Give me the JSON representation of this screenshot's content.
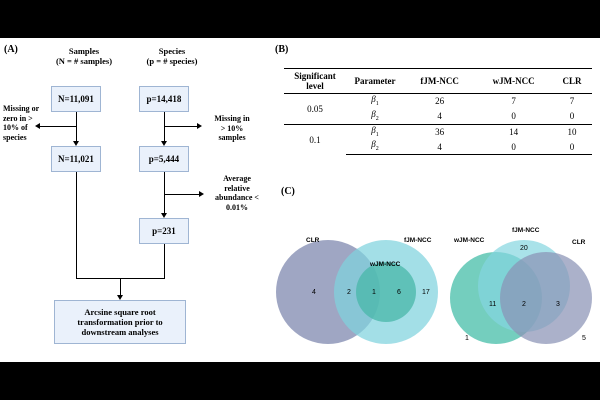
{
  "panel_a": {
    "letter": "(A)",
    "samples_header": [
      "Samples",
      "(N = # samples)"
    ],
    "species_header": [
      "Species",
      "(p = # species)"
    ],
    "box_n1": "N=11,091",
    "box_n2": "N=11,021",
    "box_p1": "p=14,418",
    "box_p2": "p=5,444",
    "box_p3": "p=231",
    "box_final": [
      "Arcsine square root",
      "transformation prior to",
      "downstream analyses"
    ],
    "note_missing_zero": [
      "Missing or",
      "zero in >",
      "10% of",
      "species"
    ],
    "note_missing_samples": [
      "Missing in",
      "> 10%",
      "samples"
    ],
    "note_abundance": [
      "Average",
      "relative",
      "abundance <",
      "0.01%"
    ]
  },
  "panel_b": {
    "letter": "(B)",
    "headers": [
      "Significant level",
      "Parameter",
      "fJM-NCC",
      "wJM-NCC",
      "CLR"
    ],
    "param_symbol": "β",
    "groups": [
      {
        "level": "0.05",
        "rows": [
          {
            "param_sub": "1",
            "values": [
              "26",
              "7",
              "7"
            ]
          },
          {
            "param_sub": "2",
            "values": [
              "4",
              "0",
              "0"
            ]
          }
        ]
      },
      {
        "level": "0.1",
        "rows": [
          {
            "param_sub": "1",
            "values": [
              "36",
              "14",
              "10"
            ]
          },
          {
            "param_sub": "2",
            "values": [
              "4",
              "0",
              "0"
            ]
          }
        ]
      }
    ]
  },
  "panel_c": {
    "letter": "(C)",
    "venn1": {
      "labels": {
        "clr": "CLR",
        "fjm": "fJM-NCC",
        "wjm": "wJM-NCC"
      },
      "counts": {
        "clr_only": "4",
        "clr_fjm": "2",
        "all": "1",
        "wjm_fjm": "6",
        "fjm_only": "17"
      },
      "colors": {
        "clr": "#8e96b8",
        "fjm": "#7fd3de",
        "wjm": "#48b7a8"
      }
    },
    "venn2": {
      "labels": {
        "wjm": "wJM-NCC",
        "fjm": "fJM-NCC",
        "clr": "CLR"
      },
      "counts": {
        "wjm_only": "1",
        "wjm_fjm": "11",
        "fjm_only": "20",
        "all": "2",
        "fjm_clr": "3",
        "clr_only": "5"
      },
      "colors": {
        "wjm": "#5cc6b3",
        "fjm": "#85d6e0",
        "clr": "#8b93b6"
      }
    }
  }
}
